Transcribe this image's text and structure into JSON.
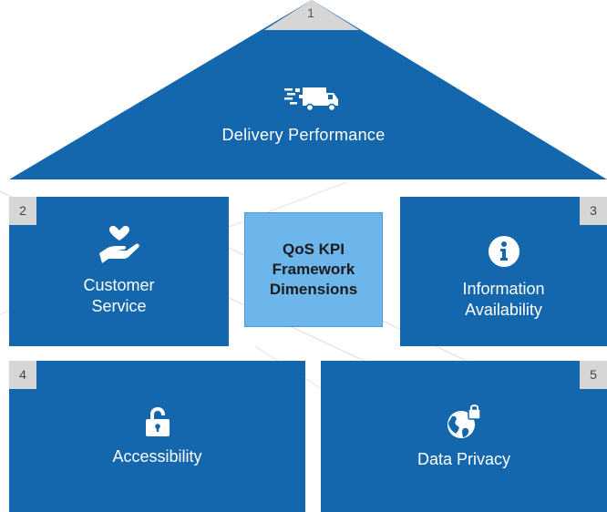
{
  "center": {
    "title_line1": "QoS KPI",
    "title_line2": "Framework",
    "title_line3": "Dimensions"
  },
  "dimensions": [
    {
      "number": "1",
      "label": "Delivery Performance",
      "icon": "delivery-truck-icon"
    },
    {
      "number": "2",
      "label_line1": "Customer",
      "label_line2": "Service",
      "icon": "heart-in-hand-icon"
    },
    {
      "number": "3",
      "label_line1": "Information",
      "label_line2": "Availability",
      "icon": "info-circle-icon"
    },
    {
      "number": "4",
      "label": "Accessibility",
      "icon": "unlocked-padlock-icon"
    },
    {
      "number": "5",
      "label": "Data Privacy",
      "icon": "globe-lock-icon"
    }
  ],
  "colors": {
    "primary_blue": "#1467ad",
    "center_fill": "#6cb6ec",
    "number_tab": "#d6d6d6",
    "text_light": "#ffffff"
  }
}
